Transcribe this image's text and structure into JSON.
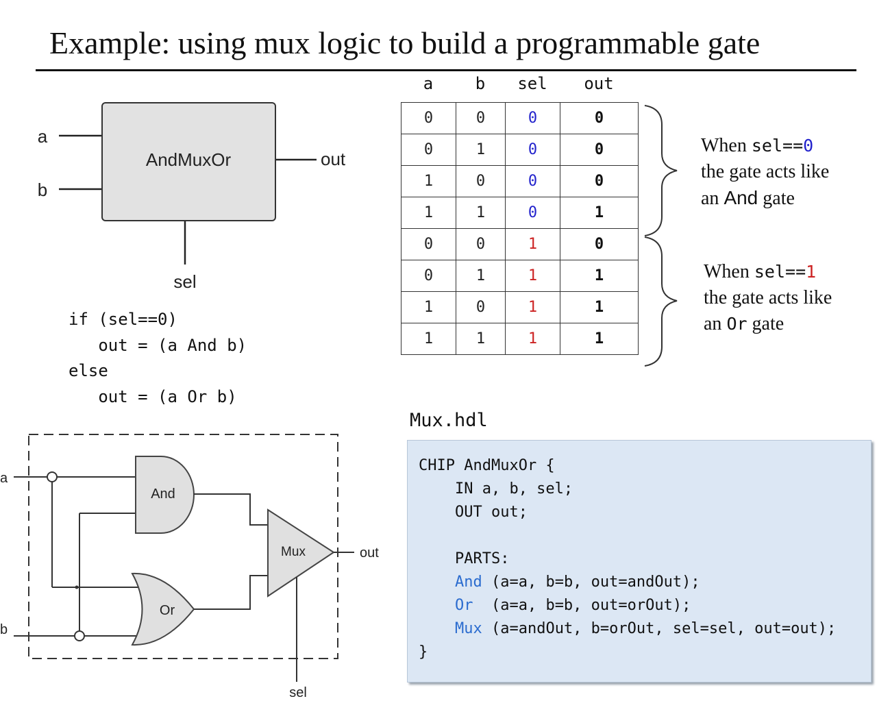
{
  "title": "Example: using mux logic to build a programmable gate",
  "block_diagram": {
    "chip_name": "AndMuxOr",
    "input_a": "a",
    "input_b": "b",
    "output": "out",
    "select": "sel"
  },
  "pseudocode": [
    "if (sel==0)",
    "   out = (a And b)",
    "else",
    "   out = (a Or b)"
  ],
  "truth_table": {
    "headers": [
      "a",
      "b",
      "sel",
      "out"
    ],
    "rows": [
      [
        "0",
        "0",
        "0",
        "0"
      ],
      [
        "0",
        "1",
        "0",
        "0"
      ],
      [
        "1",
        "0",
        "0",
        "0"
      ],
      [
        "1",
        "1",
        "0",
        "1"
      ],
      [
        "0",
        "0",
        "1",
        "0"
      ],
      [
        "0",
        "1",
        "1",
        "1"
      ],
      [
        "1",
        "0",
        "1",
        "1"
      ],
      [
        "1",
        "1",
        "1",
        "1"
      ]
    ]
  },
  "notes": {
    "sel0": {
      "line1_prefix": "When ",
      "line1_code": "sel==",
      "line1_value": "0",
      "line2": "the gate acts like",
      "line3_prefix": "an ",
      "line3_gate": "And",
      "line3_suffix": " gate"
    },
    "sel1": {
      "line1_prefix": "When ",
      "line1_code": "sel==",
      "line1_value": "1",
      "line2": "the gate acts like",
      "line3_prefix": "an ",
      "line3_gate": "Or",
      "line3_suffix": " gate"
    }
  },
  "circuit": {
    "input_a": "a",
    "input_b": "b",
    "and_gate": "And",
    "or_gate": "Or",
    "mux": "Mux",
    "output": "out",
    "select": "sel"
  },
  "hdl": {
    "filename": "Mux.hdl",
    "chip_line": "CHIP AndMuxOr {",
    "in_line": "    IN a, b, sel;",
    "out_line": "    OUT out;",
    "parts_line": "    PARTS:",
    "and_kw": "And",
    "and_args": " (a=a, b=b, out=andOut);",
    "or_kw": "Or",
    "or_args": "  (a=a, b=b, out=orOut);",
    "mux_kw": "Mux",
    "mux_args": " (a=andOut, b=orOut, sel=sel, out=out);",
    "close": "}"
  },
  "colors": {
    "sel0": "#2222cc",
    "sel1": "#cc2222",
    "hdl_background": "#dce7f4",
    "hdl_keyword": "#2b6ccf",
    "gate_fill": "#e0e0e0"
  }
}
